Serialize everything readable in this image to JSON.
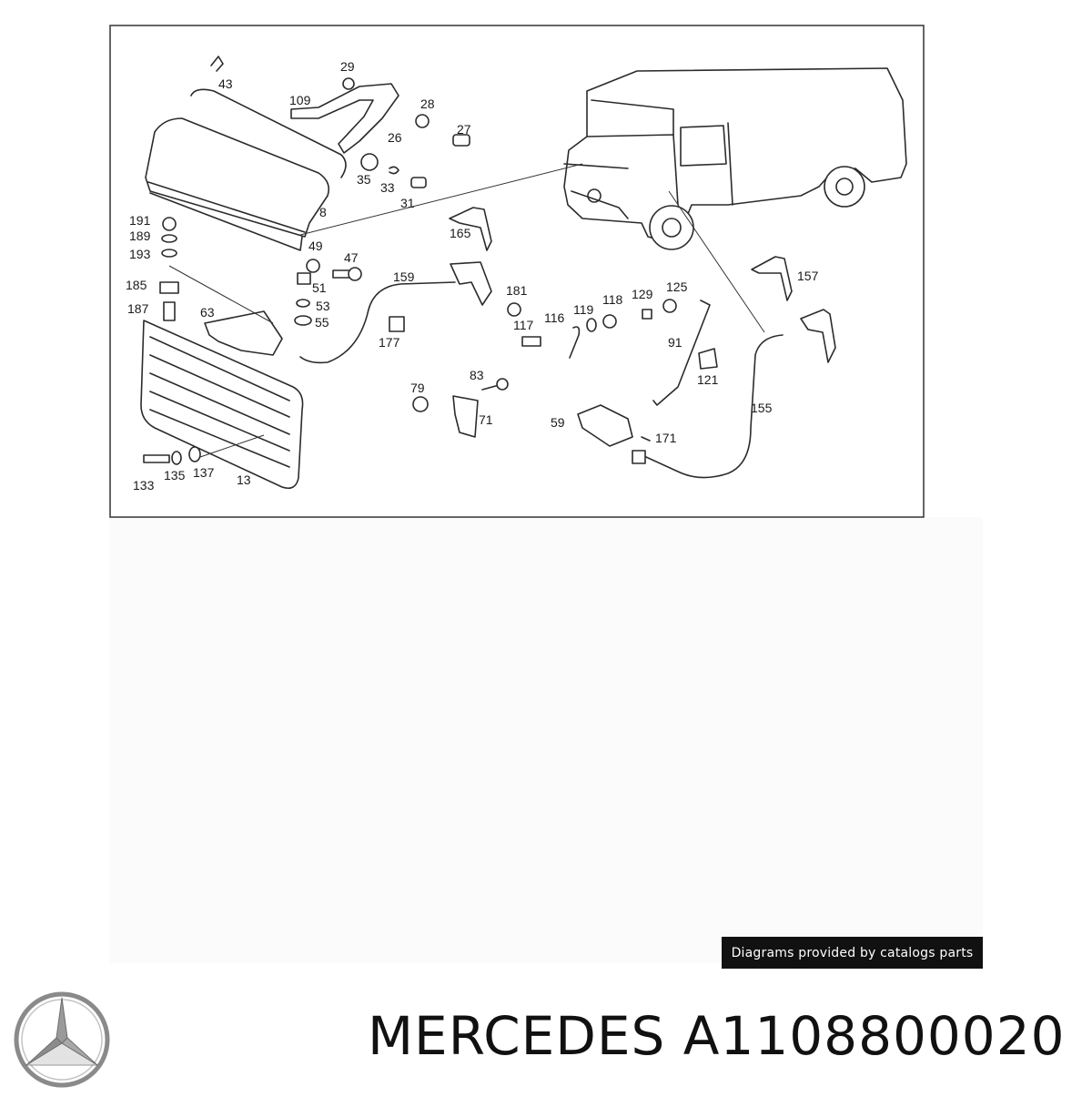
{
  "callouts": [
    "43",
    "29",
    "109",
    "28",
    "27",
    "26",
    "35",
    "33",
    "31",
    "8",
    "49",
    "191",
    "189",
    "193",
    "47",
    "185",
    "51",
    "187",
    "53",
    "63",
    "55",
    "159",
    "181",
    "165",
    "177",
    "117",
    "116",
    "119",
    "118",
    "129",
    "125",
    "157",
    "91",
    "121",
    "83",
    "79",
    "71",
    "59",
    "171",
    "155",
    "133",
    "135",
    "137",
    "13"
  ],
  "credit": "Diagrams provided by catalogs parts",
  "brand": {
    "name": "MERCEDES",
    "part_number": "A1108800020",
    "title": "MERCEDES A1108800020",
    "logo_icon": "mercedes-star-icon"
  },
  "colors": {
    "line": "#2b2b2b",
    "credit_bg": "#111111",
    "credit_text": "#ffffff",
    "title": "#111111",
    "logo": "#8a8a8a"
  }
}
